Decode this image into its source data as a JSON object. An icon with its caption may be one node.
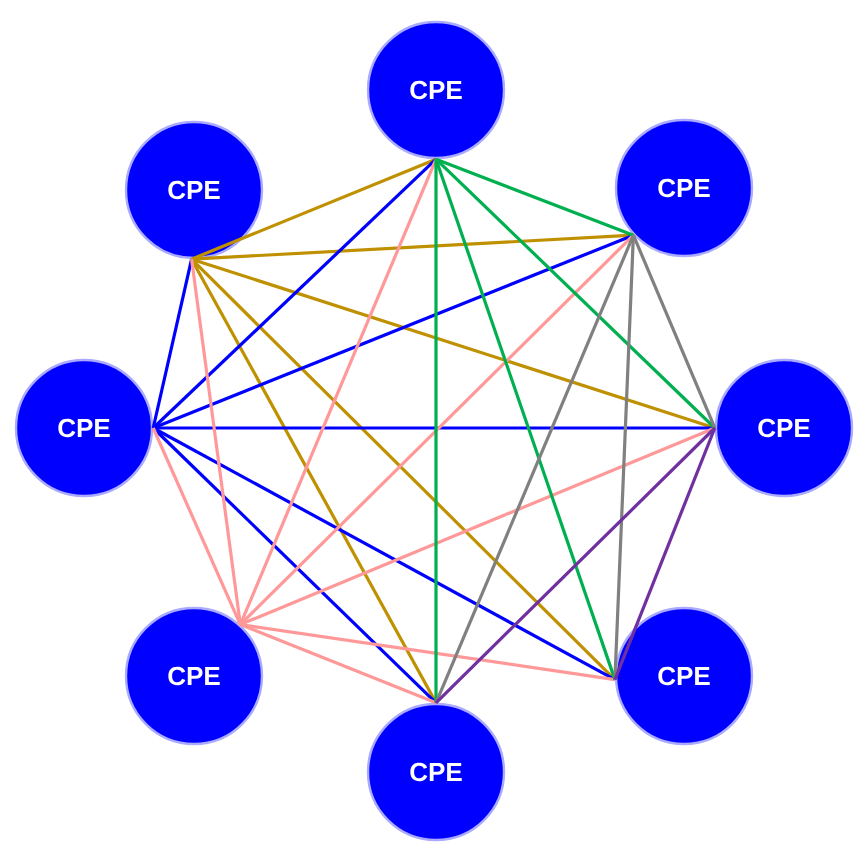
{
  "diagram": {
    "nodes": [
      {
        "text": [
          "CPE"
        ]
      },
      {
        "text": [
          "CPE"
        ]
      },
      {
        "text": [
          "CPE"
        ]
      },
      {
        "text": [
          "CPE"
        ]
      },
      {
        "text": [
          "CPE"
        ]
      },
      {
        "text": [
          "CPE"
        ]
      },
      {
        "text": [
          "CPE"
        ]
      },
      {
        "text": [
          "CPE"
        ]
      }
    ],
    "edges": [
      {
        "from": 1,
        "to": 0,
        "arrow": "none",
        "color": "#bf9000"
      },
      {
        "from": 1,
        "to": 2,
        "arrow": "none",
        "color": "#bf9000"
      },
      {
        "from": 1,
        "to": 4,
        "arrow": "none",
        "color": "#bf9000"
      },
      {
        "from": 1,
        "to": 6,
        "arrow": "none",
        "color": "#bf9000"
      },
      {
        "from": 1,
        "to": 7,
        "arrow": "none",
        "color": "#bf9000"
      },
      {
        "from": 3,
        "to": 1,
        "arrow": "none",
        "color": "#0000ff"
      },
      {
        "from": 3,
        "to": 0,
        "arrow": "none",
        "color": "#0000ff"
      },
      {
        "from": 3,
        "to": 2,
        "arrow": "none",
        "color": "#0000ff"
      },
      {
        "from": 3,
        "to": 4,
        "arrow": "none",
        "color": "#0000ff"
      },
      {
        "from": 3,
        "to": 6,
        "arrow": "none",
        "color": "#0000ff"
      },
      {
        "from": 3,
        "to": 7,
        "arrow": "none",
        "color": "#0000ff"
      },
      {
        "from": 5,
        "to": 1,
        "arrow": "none",
        "color": "#ff9999"
      },
      {
        "from": 5,
        "to": 3,
        "arrow": "none",
        "color": "#ff9999"
      },
      {
        "from": 5,
        "to": 0,
        "arrow": "none",
        "color": "#ff9999"
      },
      {
        "from": 5,
        "to": 2,
        "arrow": "none",
        "color": "#ff9999"
      },
      {
        "from": 5,
        "to": 4,
        "arrow": "none",
        "color": "#ff9999"
      },
      {
        "from": 5,
        "to": 6,
        "arrow": "none",
        "color": "#ff9999"
      },
      {
        "from": 5,
        "to": 7,
        "arrow": "none",
        "color": "#ff9999"
      },
      {
        "from": 0,
        "to": 2,
        "arrow": "none",
        "color": "#00b050"
      },
      {
        "from": 0,
        "to": 4,
        "arrow": "none",
        "color": "#00b050"
      },
      {
        "from": 0,
        "to": 6,
        "arrow": "none",
        "color": "#00b050"
      },
      {
        "from": 0,
        "to": 7,
        "arrow": "none",
        "color": "#00b050"
      },
      {
        "from": 2,
        "to": 4,
        "arrow": "none",
        "color": "#808080"
      },
      {
        "from": 2,
        "to": 6,
        "arrow": "none",
        "color": "#808080"
      },
      {
        "from": 2,
        "to": 7,
        "arrow": "none",
        "color": "#808080"
      },
      {
        "from": 4,
        "to": 6,
        "arrow": "none",
        "color": "#7030a0"
      },
      {
        "from": 4,
        "to": 7,
        "arrow": "none",
        "color": "#7030a0"
      }
    ]
  }
}
